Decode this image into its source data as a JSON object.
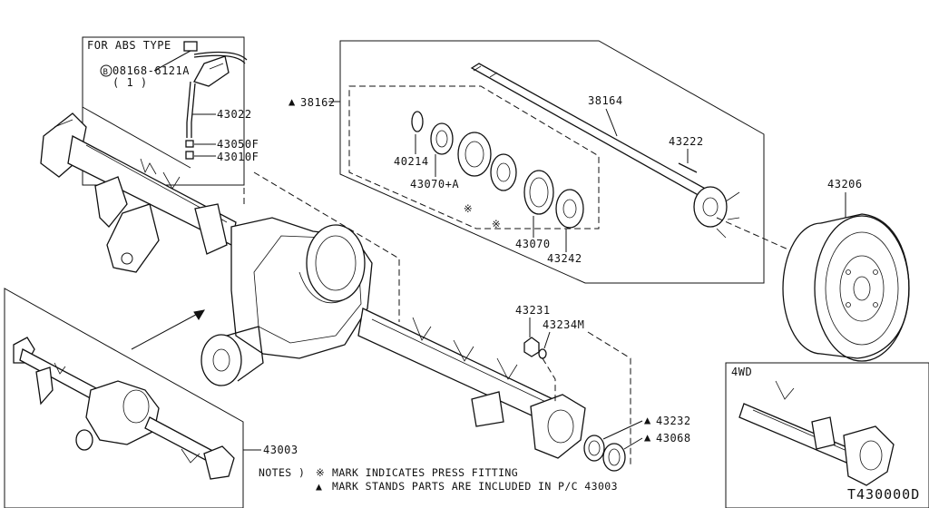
{
  "labels": {
    "abs_type": "FOR ABS TYPE",
    "bolt_code": "08168-6121A",
    "bolt_qty": "( 1 )",
    "p43022": "43022",
    "p43050f": "43050F",
    "p43010f": "43010F",
    "p38162": "38162",
    "p38164": "38164",
    "p40214": "40214",
    "p43070a": "43070+A",
    "p43070": "43070",
    "p43242": "43242",
    "p43222": "43222",
    "p43206": "43206",
    "p43231": "43231",
    "p43234m": "43234M",
    "p43232": "43232",
    "p43068": "43068",
    "p43003": "43003",
    "fourwd": "4WD",
    "diagram_code": "T430000D"
  },
  "notes": {
    "prefix": "NOTES )",
    "line1": "MARK INDICATES PRESS FITTING",
    "line2": "MARK STANDS PARTS ARE INCLUDED IN P/C 43003"
  },
  "symbols": {
    "triangle": "▲",
    "press_mark": "※",
    "bolt_mark": "B"
  }
}
